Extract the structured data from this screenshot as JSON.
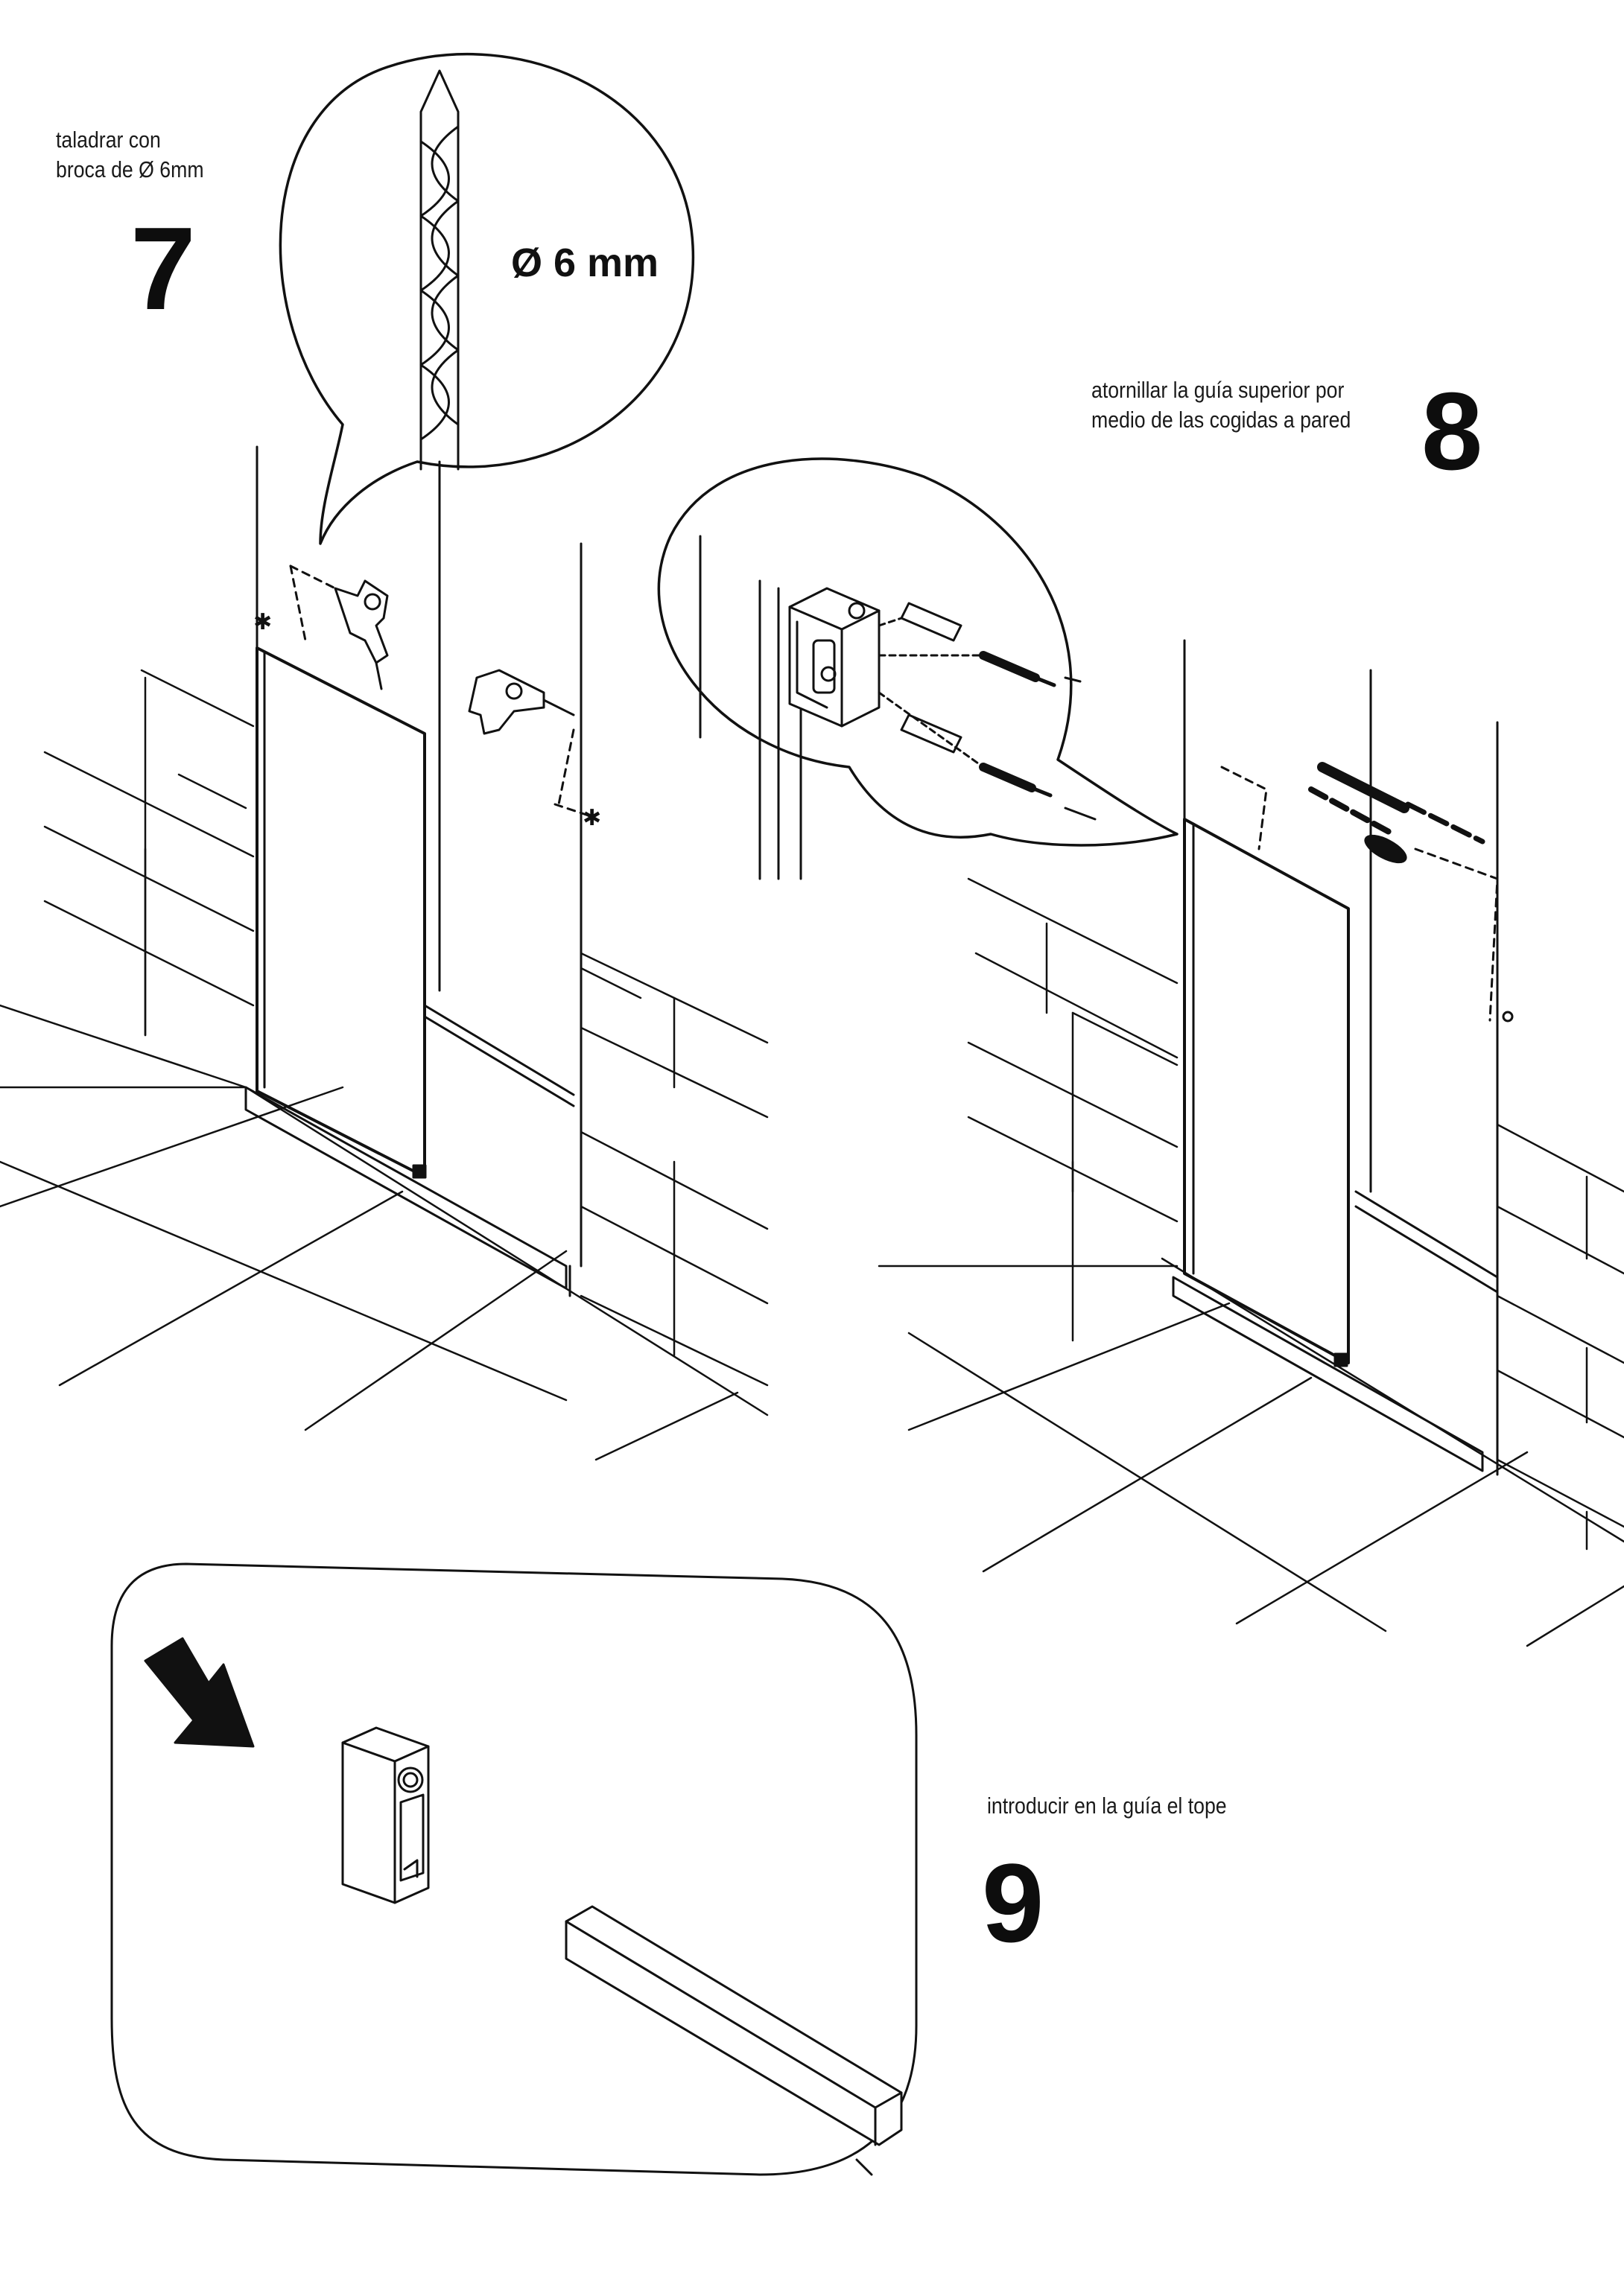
{
  "steps": [
    {
      "number": "7",
      "caption_lines": [
        "taladrar con",
        "broca de Ø 6mm"
      ],
      "detail_label": "Ø 6 mm"
    },
    {
      "number": "8",
      "caption_lines": [
        "atornillar la guía superior por",
        "medio de las cogidas a pared"
      ]
    },
    {
      "number": "9",
      "caption_lines": [
        "introducir en la guía el tope"
      ]
    }
  ],
  "colors": {
    "ink": "#111111",
    "paper": "#ffffff"
  },
  "icons": [
    "drill-icon",
    "drill-bit-icon",
    "screw-icon",
    "wall-plug-icon",
    "wall-bracket-icon",
    "stopper-icon",
    "insert-arrow-icon"
  ]
}
